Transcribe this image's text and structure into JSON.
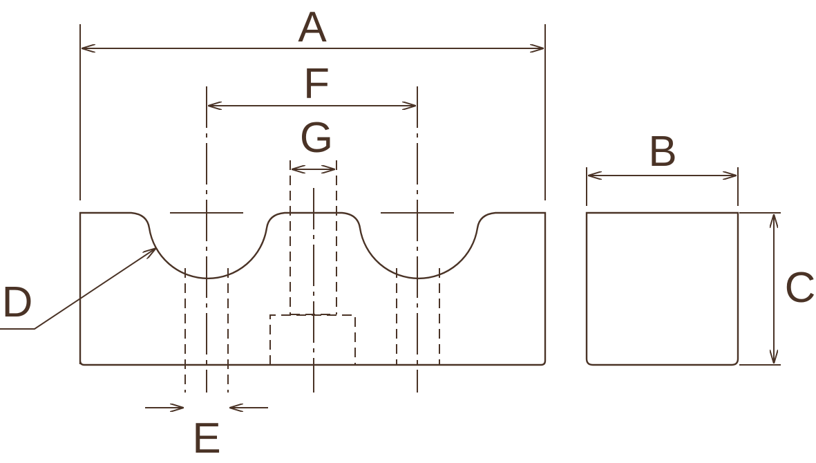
{
  "colors": {
    "ink": "#4a3326",
    "background": "#ffffff"
  },
  "labels": {
    "A": "A",
    "B": "B",
    "C": "C",
    "D": "D",
    "E": "E",
    "F": "F",
    "G": "G"
  }
}
